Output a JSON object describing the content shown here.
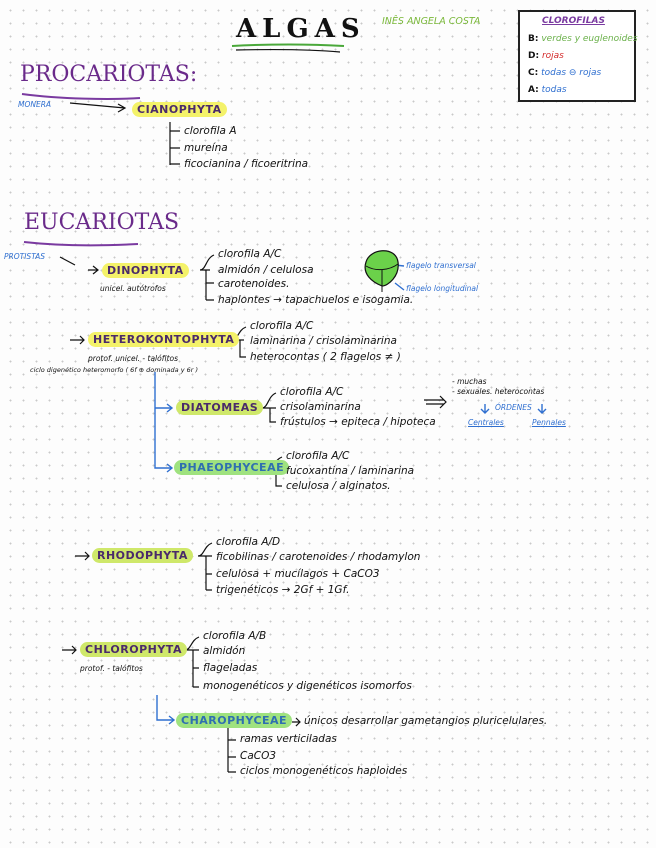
{
  "title": "ALGAS",
  "author": "INÊS ANGELA COSTA",
  "legend": {
    "title": "CLOROFILAS",
    "rows": [
      {
        "key": "B:",
        "text": "verdes y euglenoides",
        "color": "#6ab04a"
      },
      {
        "key": "D:",
        "text": "rojas",
        "color": "#d42a2a"
      },
      {
        "key": "C:",
        "text": "todas ⊖ rojas",
        "color": "#2f6fd0"
      },
      {
        "key": "A:",
        "text": "todas",
        "color": "#2f6fd0"
      }
    ]
  },
  "procariotas": {
    "heading": "PROCARIOTAS:",
    "tag": "MONERA",
    "group": "CIANOPHYTA",
    "items": [
      "clorofila A",
      "mureína",
      "ficocianina / ficoeritrina"
    ]
  },
  "eucariotas": {
    "heading": "EUCARIOTAS",
    "tag": "PROTISTAS",
    "dinophyta": {
      "name": "DINOPHYTA",
      "sub": "unicel. autótrofos",
      "items": [
        "clorofila A/C",
        "almidón / celulosa",
        "carotenoides.",
        "haplontes → tapachuelos e isogamia."
      ],
      "flag1": "flagelo transversal",
      "flag2": "flagelo longitudinal"
    },
    "heterokontophyta": {
      "name": "HETEROKONTOPHYTA",
      "sub": "protof. unicel. - talófitos",
      "note": "ciclo digenético heteromorfo ( 6f ⊕ dominada y 6r )",
      "items": [
        "clorofila A/C",
        "laminarina / crisolaminarina",
        "heterocontas ( 2 flagelos ≠ )"
      ],
      "diatomeas": {
        "name": "DIATOMEAS",
        "items": [
          "clorofila A/C",
          "crisolaminarina",
          "frústulos → epiteca / hipoteca"
        ],
        "side1": "- muchas",
        "side2": "- sexuales. heterocontas",
        "orders": "ÓRDENES",
        "o1": "Centrales",
        "o2": "Pennales"
      },
      "phaeophyceae": {
        "name": "PHAEOPHYCEAE",
        "items": [
          "clorofila A/C",
          "fucoxantina / laminarina",
          "celulosa / alginatos."
        ]
      }
    },
    "rhodophyta": {
      "name": "RHODOPHYTA",
      "items": [
        "clorofila A/D",
        "ficobilinas / carotenoides / rhodamylon",
        "celulosa + mucílagos + CaCO3",
        "trigenéticos → 2Gf + 1Gf."
      ]
    },
    "chlorophyta": {
      "name": "CHLOROPHYTA",
      "sub": "protof. - talófitos",
      "items": [
        "clorofila A/B",
        "almidón",
        "flageladas",
        "monogenéticos y digenéticos isomorfos"
      ],
      "charophyceae": {
        "name": "CHAROPHYCEAE",
        "desc": "únicos desarrollar gametangios pluricelulares.",
        "items": [
          "ramas verticiladas",
          "CaCO3",
          "ciclos monogenéticos haploides"
        ]
      }
    }
  }
}
